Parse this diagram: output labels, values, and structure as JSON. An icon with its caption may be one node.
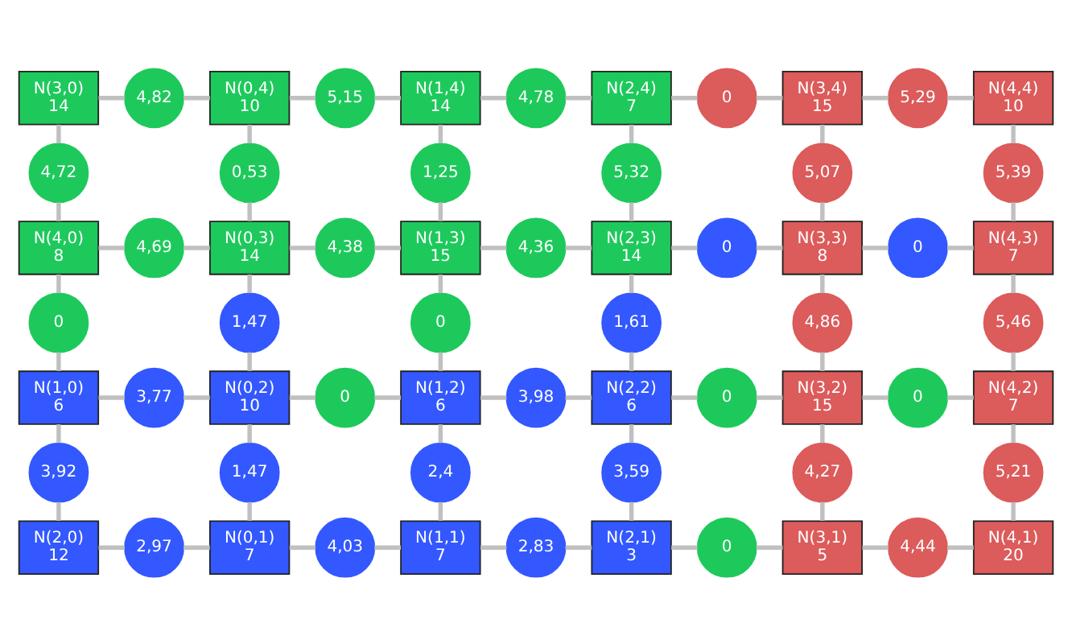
{
  "diagram": {
    "nodes": [
      {
        "text": [
          "N(3,0)",
          "14"
        ]
      },
      {
        "text": [
          "4,82"
        ]
      },
      {
        "text": [
          "N(0,4)",
          "10"
        ]
      },
      {
        "text": [
          "5,15"
        ]
      },
      {
        "text": [
          "N(1,4)",
          "14"
        ]
      },
      {
        "text": [
          "4,78"
        ]
      },
      {
        "text": [
          "N(2,4)",
          "7"
        ]
      },
      {
        "text": [
          "0"
        ]
      },
      {
        "text": [
          "N(3,4)",
          "15"
        ]
      },
      {
        "text": [
          "5,29"
        ]
      },
      {
        "text": [
          "N(4,4)",
          "10"
        ]
      },
      {
        "text": [
          "4,72"
        ]
      },
      {
        "text": [
          "0,53"
        ]
      },
      {
        "text": [
          "1,25"
        ]
      },
      {
        "text": [
          "5,32"
        ]
      },
      {
        "text": [
          "5,07"
        ]
      },
      {
        "text": [
          "5,39"
        ]
      },
      {
        "text": [
          "N(4,0)",
          "8"
        ]
      },
      {
        "text": [
          "4,69"
        ]
      },
      {
        "text": [
          "N(0,3)",
          "14"
        ]
      },
      {
        "text": [
          "4,38"
        ]
      },
      {
        "text": [
          "N(1,3)",
          "15"
        ]
      },
      {
        "text": [
          "4,36"
        ]
      },
      {
        "text": [
          "N(2,3)",
          "14"
        ]
      },
      {
        "text": [
          "0"
        ]
      },
      {
        "text": [
          "N(3,3)",
          "8"
        ]
      },
      {
        "text": [
          "0"
        ]
      },
      {
        "text": [
          "N(4,3)",
          "7"
        ]
      },
      {
        "text": [
          "0"
        ]
      },
      {
        "text": [
          "1,47"
        ]
      },
      {
        "text": [
          "0"
        ]
      },
      {
        "text": [
          "1,61"
        ]
      },
      {
        "text": [
          "4,86"
        ]
      },
      {
        "text": [
          "5,46"
        ]
      },
      {
        "text": [
          "N(1,0)",
          "6"
        ]
      },
      {
        "text": [
          "3,77"
        ]
      },
      {
        "text": [
          "N(0,2)",
          "10"
        ]
      },
      {
        "text": [
          "0"
        ]
      },
      {
        "text": [
          "N(1,2)",
          "6"
        ]
      },
      {
        "text": [
          "3,98"
        ]
      },
      {
        "text": [
          "N(2,2)",
          "6"
        ]
      },
      {
        "text": [
          "0"
        ]
      },
      {
        "text": [
          "N(3,2)",
          "15"
        ]
      },
      {
        "text": [
          "0"
        ]
      },
      {
        "text": [
          "N(4,2)",
          "7"
        ]
      },
      {
        "text": [
          "3,92"
        ]
      },
      {
        "text": [
          "1,47"
        ]
      },
      {
        "text": [
          "2,4"
        ]
      },
      {
        "text": [
          "3,59"
        ]
      },
      {
        "text": [
          "4,27"
        ]
      },
      {
        "text": [
          "5,21"
        ]
      },
      {
        "text": [
          "N(2,0)",
          "12"
        ]
      },
      {
        "text": [
          "2,97"
        ]
      },
      {
        "text": [
          "N(0,1)",
          "7"
        ]
      },
      {
        "text": [
          "4,03"
        ]
      },
      {
        "text": [
          "N(1,1)",
          "7"
        ]
      },
      {
        "text": [
          "2,83"
        ]
      },
      {
        "text": [
          "N(2,1)",
          "3"
        ]
      },
      {
        "text": [
          "0"
        ]
      },
      {
        "text": [
          "N(3,1)",
          "5"
        ]
      },
      {
        "text": [
          "4,44"
        ]
      },
      {
        "text": [
          "N(4,1)",
          "20"
        ]
      }
    ],
    "edges": [
      {
        "from": 0,
        "to": 1,
        "arrow": "none"
      },
      {
        "from": 1,
        "to": 2,
        "arrow": "none"
      },
      {
        "from": 2,
        "to": 3,
        "arrow": "none"
      },
      {
        "from": 3,
        "to": 4,
        "arrow": "none"
      },
      {
        "from": 4,
        "to": 5,
        "arrow": "none"
      },
      {
        "from": 5,
        "to": 6,
        "arrow": "none"
      },
      {
        "from": 6,
        "to": 7,
        "arrow": "none"
      },
      {
        "from": 7,
        "to": 8,
        "arrow": "none"
      },
      {
        "from": 8,
        "to": 9,
        "arrow": "none"
      },
      {
        "from": 9,
        "to": 10,
        "arrow": "none"
      },
      {
        "from": 0,
        "to": 11,
        "arrow": "none"
      },
      {
        "from": 11,
        "to": 17,
        "arrow": "none"
      },
      {
        "from": 2,
        "to": 12,
        "arrow": "none"
      },
      {
        "from": 12,
        "to": 19,
        "arrow": "none"
      },
      {
        "from": 4,
        "to": 13,
        "arrow": "none"
      },
      {
        "from": 13,
        "to": 21,
        "arrow": "none"
      },
      {
        "from": 6,
        "to": 14,
        "arrow": "none"
      },
      {
        "from": 14,
        "to": 23,
        "arrow": "none"
      },
      {
        "from": 8,
        "to": 15,
        "arrow": "none"
      },
      {
        "from": 15,
        "to": 25,
        "arrow": "none"
      },
      {
        "from": 10,
        "to": 16,
        "arrow": "none"
      },
      {
        "from": 16,
        "to": 27,
        "arrow": "none"
      },
      {
        "from": 17,
        "to": 18,
        "arrow": "none"
      },
      {
        "from": 18,
        "to": 19,
        "arrow": "none"
      },
      {
        "from": 19,
        "to": 20,
        "arrow": "none"
      },
      {
        "from": 20,
        "to": 21,
        "arrow": "none"
      },
      {
        "from": 21,
        "to": 22,
        "arrow": "none"
      },
      {
        "from": 22,
        "to": 23,
        "arrow": "none"
      },
      {
        "from": 23,
        "to": 24,
        "arrow": "none"
      },
      {
        "from": 24,
        "to": 25,
        "arrow": "none"
      },
      {
        "from": 25,
        "to": 26,
        "arrow": "none"
      },
      {
        "from": 26,
        "to": 27,
        "arrow": "none"
      },
      {
        "from": 17,
        "to": 28,
        "arrow": "none"
      },
      {
        "from": 28,
        "to": 34,
        "arrow": "none"
      },
      {
        "from": 19,
        "to": 29,
        "arrow": "none"
      },
      {
        "from": 29,
        "to": 36,
        "arrow": "none"
      },
      {
        "from": 21,
        "to": 30,
        "arrow": "none"
      },
      {
        "from": 30,
        "to": 38,
        "arrow": "none"
      },
      {
        "from": 23,
        "to": 31,
        "arrow": "none"
      },
      {
        "from": 31,
        "to": 40,
        "arrow": "none"
      },
      {
        "from": 25,
        "to": 32,
        "arrow": "none"
      },
      {
        "from": 32,
        "to": 42,
        "arrow": "none"
      },
      {
        "from": 27,
        "to": 33,
        "arrow": "none"
      },
      {
        "from": 33,
        "to": 44,
        "arrow": "none"
      },
      {
        "from": 34,
        "to": 35,
        "arrow": "none"
      },
      {
        "from": 35,
        "to": 36,
        "arrow": "none"
      },
      {
        "from": 36,
        "to": 37,
        "arrow": "none"
      },
      {
        "from": 37,
        "to": 38,
        "arrow": "none"
      },
      {
        "from": 38,
        "to": 39,
        "arrow": "none"
      },
      {
        "from": 39,
        "to": 40,
        "arrow": "none"
      },
      {
        "from": 40,
        "to": 41,
        "arrow": "none"
      },
      {
        "from": 41,
        "to": 42,
        "arrow": "none"
      },
      {
        "from": 42,
        "to": 43,
        "arrow": "none"
      },
      {
        "from": 43,
        "to": 44,
        "arrow": "none"
      },
      {
        "from": 34,
        "to": 45,
        "arrow": "none"
      },
      {
        "from": 45,
        "to": 51,
        "arrow": "none"
      },
      {
        "from": 36,
        "to": 46,
        "arrow": "none"
      },
      {
        "from": 46,
        "to": 53,
        "arrow": "none"
      },
      {
        "from": 38,
        "to": 47,
        "arrow": "none"
      },
      {
        "from": 47,
        "to": 55,
        "arrow": "none"
      },
      {
        "from": 40,
        "to": 48,
        "arrow": "none"
      },
      {
        "from": 48,
        "to": 57,
        "arrow": "none"
      },
      {
        "from": 42,
        "to": 49,
        "arrow": "none"
      },
      {
        "from": 49,
        "to": 59,
        "arrow": "none"
      },
      {
        "from": 44,
        "to": 50,
        "arrow": "none"
      },
      {
        "from": 50,
        "to": 61,
        "arrow": "none"
      },
      {
        "from": 51,
        "to": 52,
        "arrow": "none"
      },
      {
        "from": 52,
        "to": 53,
        "arrow": "none"
      },
      {
        "from": 53,
        "to": 54,
        "arrow": "none"
      },
      {
        "from": 54,
        "to": 55,
        "arrow": "none"
      },
      {
        "from": 55,
        "to": 56,
        "arrow": "none"
      },
      {
        "from": 56,
        "to": 57,
        "arrow": "none"
      },
      {
        "from": 57,
        "to": 58,
        "arrow": "none"
      },
      {
        "from": 58,
        "to": 59,
        "arrow": "none"
      },
      {
        "from": 59,
        "to": 60,
        "arrow": "none"
      },
      {
        "from": 60,
        "to": 61,
        "arrow": "none"
      }
    ]
  }
}
